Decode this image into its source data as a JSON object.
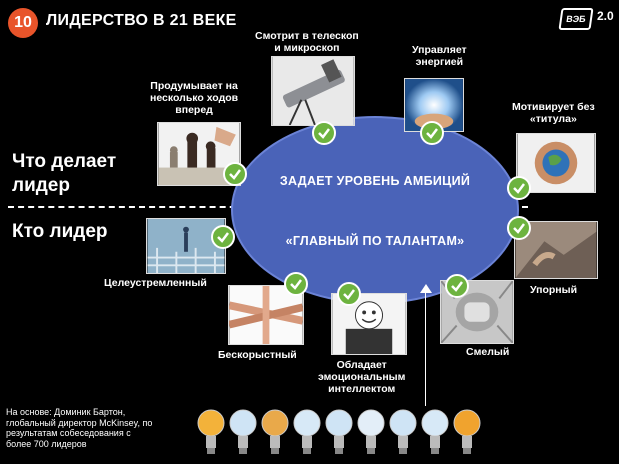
{
  "header": {
    "badge": "10",
    "title": "ЛИДЕРСТВО В 21 ВЕКЕ"
  },
  "logo": {
    "text": "ВЭБ",
    "version": "2.0"
  },
  "sections": {
    "top": "Что делает\nлидер",
    "bottom": "Кто лидер"
  },
  "ellipse": {
    "top_text": "ЗАДАЕТ УРОВЕНЬ АМБИЦИЙ",
    "bottom_text": "«ГЛАВНЫЙ ПО ТАЛАНТАМ»"
  },
  "labels": {
    "chess": "Продумывает на\nнесколько ходов\nвперед",
    "telescope": "Смотрит в телескоп\nи микроскоп",
    "energy": "Управляет\nэнергией",
    "motivate": "Мотивирует без\n«титула»",
    "persistent": "Упорный",
    "brave": "Смелый",
    "emotional": "Обладает\nэмоциональным\nинтеллектом",
    "selfless": "Бескорыстный",
    "purposeful": "Целеустремленный"
  },
  "source": "На основе: Доминик Бартон,\nглобальный директор McKinsey, по\nрезультатам собеседования с\nболее 700 лидеров",
  "colors": {
    "badge": "#e8542a",
    "ellipse": "#4a63b8",
    "check": "#6db33f"
  },
  "icons": [
    "check-icon",
    "lightbulb-icon",
    "arrow-up-icon"
  ]
}
